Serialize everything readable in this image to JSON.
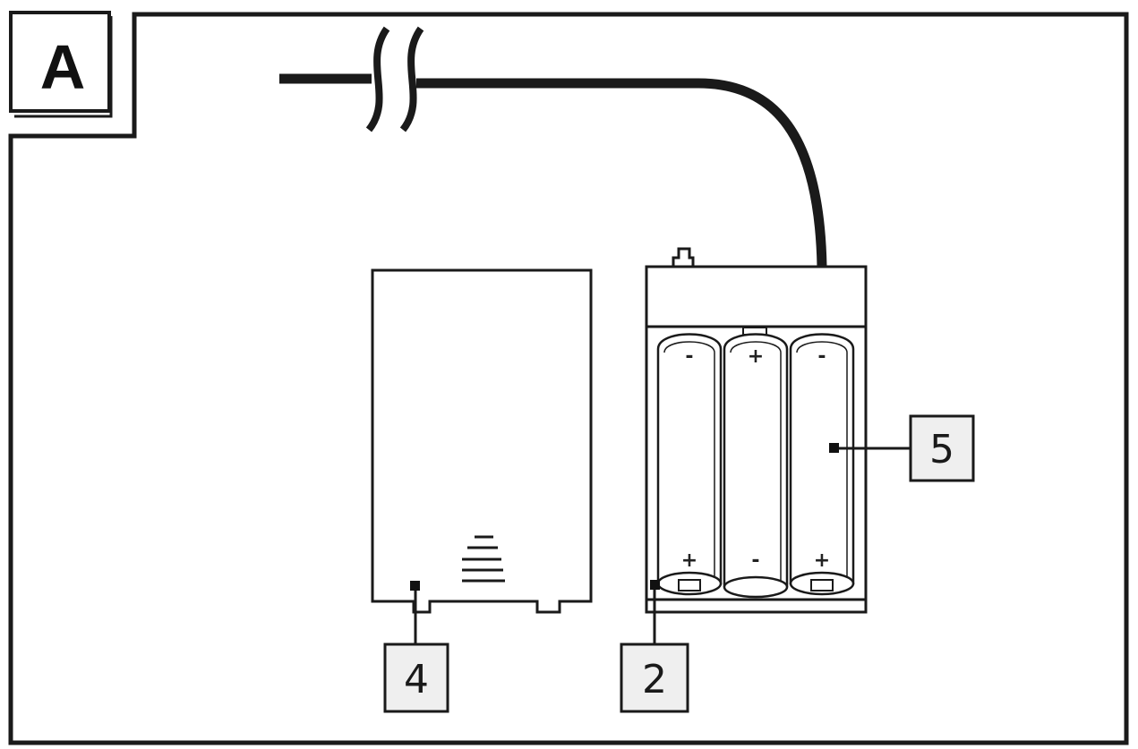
{
  "figure": {
    "panel_label": "A",
    "colors": {
      "line": "#1a1a1a",
      "callout_fill": "#efefef",
      "background": "#ffffff"
    }
  },
  "callouts": [
    {
      "id": "4",
      "label": "4"
    },
    {
      "id": "2",
      "label": "2"
    },
    {
      "id": "5",
      "label": "5"
    }
  ],
  "batteries": [
    {
      "top_pole": "-",
      "bottom_pole": "+"
    },
    {
      "top_pole": "+",
      "bottom_pole": "-"
    },
    {
      "top_pole": "-",
      "bottom_pole": "+"
    }
  ]
}
